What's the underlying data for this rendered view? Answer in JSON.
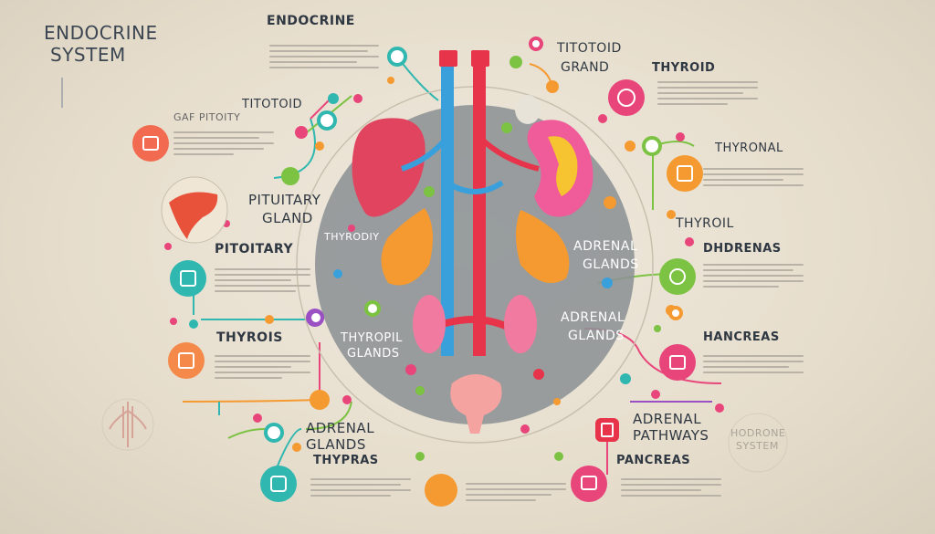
{
  "header": {
    "title_line1": "ENDOCRINE",
    "title_line2": "SYSTEM",
    "top_title": "ENDOCRINE"
  },
  "labels": {
    "titotoid": "TITOTOID",
    "grand": "GRAND",
    "thyroid_top": "THYROID",
    "titotid": "TITOTOID",
    "gaf_pitoity": "GAF PITOITY",
    "thyronal": "THYRONAL",
    "pituitary_gland_1": "PITUITARY",
    "pituitary_gland_2": "GLAND",
    "thyrodiy": "THYRODIY",
    "thyroil": "THYROIL",
    "pitoitary": "PITOITARY",
    "adrenal_glands_1": "ADRENAL",
    "adrenal_glands_2": "GLANDS",
    "dhdrenas": "DHDRENAS",
    "adrenal_glands_center_1": "ADRENAL",
    "adrenal_glands_center_2": "GLANDS",
    "thyropil_glands_1": "THYROPIL",
    "thyropil_glands_2": "GLANDS",
    "thyrois": "THYROIS",
    "hancreas": "HANCREAS",
    "adrenal_glands_left_1": "ADRENAL",
    "adrenal_glands_left_2": "GLANDS",
    "thypras": "THYPRAS",
    "adrenal_pathways_1": "ADRENAL",
    "adrenal_pathways_2": "PATHWAYS",
    "hodrone_system_1": "HODRONE",
    "hodrone_system_2": "SYSTEM",
    "pancreas": "PANCREAS"
  },
  "colors": {
    "background": "#e8e0d0",
    "center_disc": "#8c9295",
    "artery": "#e8344a",
    "vein": "#3aa0dc",
    "orange": "#f59a30",
    "pink": "#e8457a",
    "green": "#7cc243",
    "teal": "#2fb7b0",
    "purple": "#9a4fc2"
  },
  "icons": [
    "liver-icon",
    "shield-icon",
    "heart-icon",
    "document-icon",
    "box-icon",
    "bag-icon",
    "kidney-icon",
    "bowl-icon"
  ]
}
